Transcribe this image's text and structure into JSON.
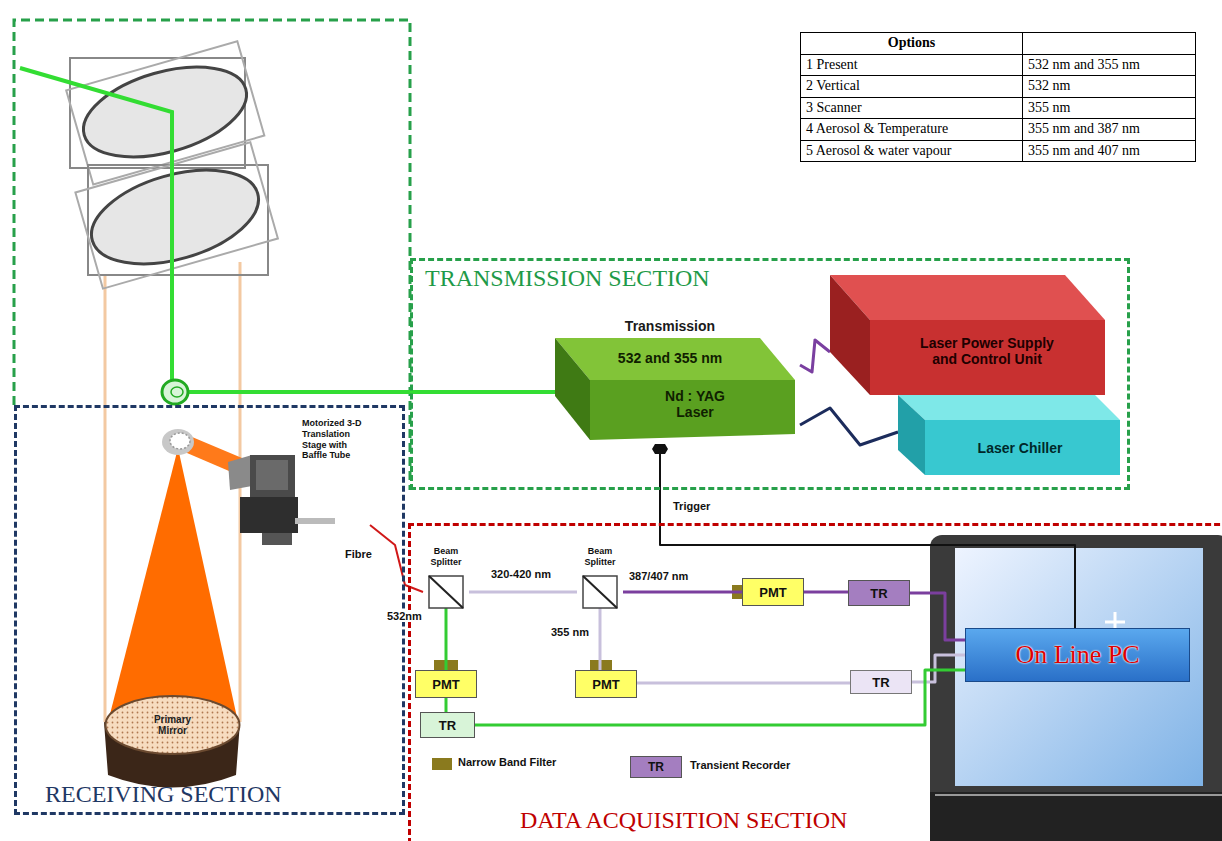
{
  "diagram": {
    "nodes": [
      {
        "text": [
          "TRANSMISSION SECTION"
        ]
      },
      {
        "text": [
          "Transmission",
          "532 and 355 nm",
          "Nd : YAG Laser"
        ],
        "in": 0
      },
      {
        "text": [
          "Laser Power Supply and Control Unit"
        ],
        "in": 0
      },
      {
        "text": [
          "Laser Chiller"
        ],
        "in": 0
      },
      {
        "text": [
          "RECEIVING SECTION"
        ]
      },
      {
        "text": [
          "Motorized 3-D Translation Stage with Baffle Tube"
        ],
        "in": 4
      },
      {
        "text": [
          "Primary Mirror"
        ],
        "in": 4
      },
      {
        "text": [
          "DATA ACQUISITION SECTION"
        ]
      },
      {
        "text": [
          "Beam Splitter"
        ],
        "in": 7
      },
      {
        "text": [
          "Beam Splitter"
        ],
        "in": 7
      },
      {
        "text": [
          "PMT"
        ],
        "in": 7
      },
      {
        "text": [
          "TR"
        ],
        "in": 7
      },
      {
        "text": [
          "PMT"
        ],
        "in": 7
      },
      {
        "text": [
          "PMT"
        ],
        "in": 7
      },
      {
        "text": [
          "TR"
        ],
        "in": 7
      },
      {
        "text": [
          "TR"
        ],
        "in": 7
      },
      {
        "text": [
          "On Line PC"
        ],
        "in": 7
      }
    ],
    "edges": [
      {
        "from": 1,
        "to": 16,
        "label": "Trigger",
        "arrow": "none"
      },
      {
        "from": 2,
        "to": 1,
        "arrow": "none"
      },
      {
        "from": 3,
        "to": 1,
        "arrow": "none"
      },
      {
        "from": 5,
        "to": 8,
        "label": "Fibre",
        "arrow": "none"
      },
      {
        "from": 8,
        "to": 9,
        "label": "320-420 nm",
        "arrow": "none"
      },
      {
        "from": 8,
        "to": 12,
        "label": "532nm",
        "arrow": "none"
      },
      {
        "from": 9,
        "to": 10,
        "label": "387/407 nm",
        "arrow": "none"
      },
      {
        "from": 9,
        "to": 13,
        "label": "355 nm",
        "arrow": "none"
      },
      {
        "from": 10,
        "to": 11,
        "arrow": "none"
      },
      {
        "from": 12,
        "to": 15,
        "arrow": "none"
      },
      {
        "from": 13,
        "to": 14,
        "arrow": "none"
      },
      {
        "from": 11,
        "to": 16,
        "arrow": "none"
      },
      {
        "from": 14,
        "to": 16,
        "arrow": "none"
      },
      {
        "from": 15,
        "to": 16,
        "arrow": "none"
      }
    ],
    "labels": [
      "Options",
      "1 Present",
      "532 nm and 355 nm",
      "2 Vertical",
      "532 nm",
      "3 Scanner",
      "355 nm",
      "4 Aerosol & Temperature",
      "355 nm and 387 nm",
      "5 Aerosol & water vapour",
      "355 nm and 407 nm",
      "TR"
    ],
    "legend": [
      {
        "text": "Narrow Band Filter",
        "color": "#8a7a1e"
      },
      {
        "text": "Transient Recorder",
        "color": "#a47ec0"
      }
    ]
  }
}
